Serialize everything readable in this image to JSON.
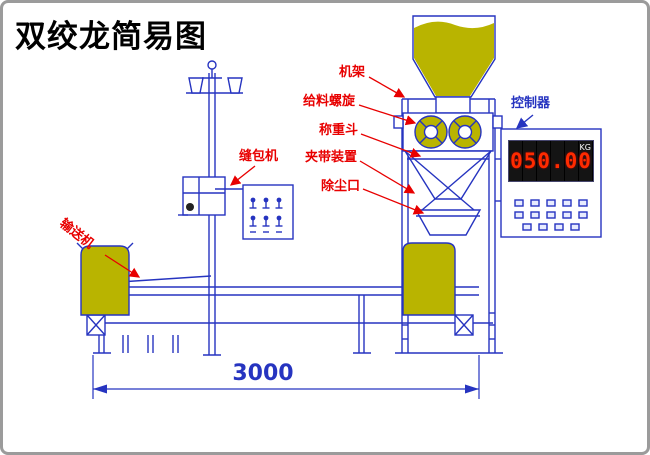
{
  "title": "双绞龙简易图",
  "labels": {
    "machine_frame": "机架",
    "feed_screw": "给料螺旋",
    "weigh_hopper": "称重斗",
    "clamp_device": "夹带装置",
    "dust_port": "除尘口",
    "sewing_machine": "缝包机",
    "conveyor": "输送机",
    "controller": "控制器"
  },
  "display": {
    "value": "050.00",
    "unit": "KG"
  },
  "dimension": {
    "length": "3000"
  },
  "colors": {
    "line_blue": "#2634c0",
    "label_red": "#e80000",
    "material_yellow": "#b9b400",
    "digit_red": "#ff2b00",
    "display_bg": "#000000"
  }
}
